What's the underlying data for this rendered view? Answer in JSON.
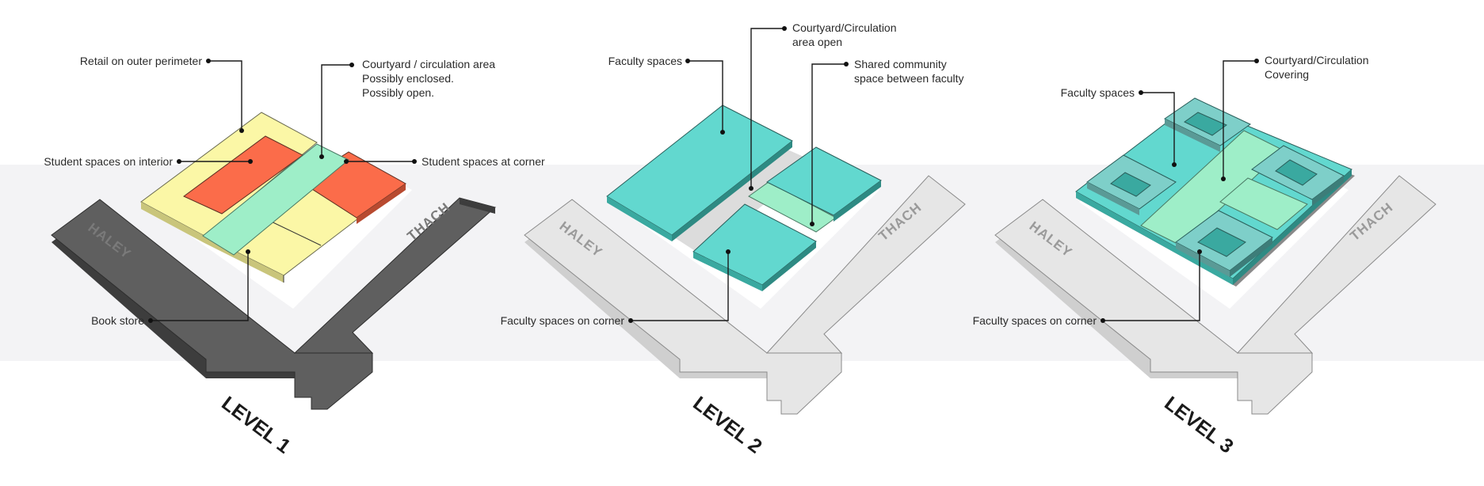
{
  "colors": {
    "band": "#f3f3f5",
    "retail_yellow": "#fbf7a6",
    "student_red": "#fb6c4a",
    "courtyard_green": "#9eeec8",
    "faculty_teal": "#62d8cf",
    "building_dark": "#5f5f5f",
    "building_light": "#e6e6e6"
  },
  "panels": [
    {
      "level_label": "LEVEL 1",
      "building_labels": [
        "HALEY",
        "THACH"
      ],
      "callouts": [
        {
          "lines": [
            "Retail on outer perimeter"
          ]
        },
        {
          "lines": [
            "Courtyard / circulation area",
            "Possibly enclosed.",
            "Possibly open."
          ]
        },
        {
          "lines": [
            "Student spaces on interior"
          ]
        },
        {
          "lines": [
            "Student spaces at corner"
          ]
        },
        {
          "lines": [
            "Book store"
          ]
        }
      ]
    },
    {
      "level_label": "LEVEL 2",
      "building_labels": [
        "HALEY",
        "THACH"
      ],
      "callouts": [
        {
          "lines": [
            "Faculty spaces"
          ]
        },
        {
          "lines": [
            "Courtyard/Circulation",
            "area open"
          ]
        },
        {
          "lines": [
            "Shared community",
            "space between faculty"
          ]
        },
        {
          "lines": [
            "Faculty spaces on corner"
          ]
        }
      ]
    },
    {
      "level_label": "LEVEL 3",
      "building_labels": [
        "HALEY",
        "THACH"
      ],
      "callouts": [
        {
          "lines": [
            "Faculty spaces"
          ]
        },
        {
          "lines": [
            "Courtyard/Circulation",
            "Covering"
          ]
        },
        {
          "lines": [
            "Faculty spaces on corner"
          ]
        }
      ]
    }
  ]
}
